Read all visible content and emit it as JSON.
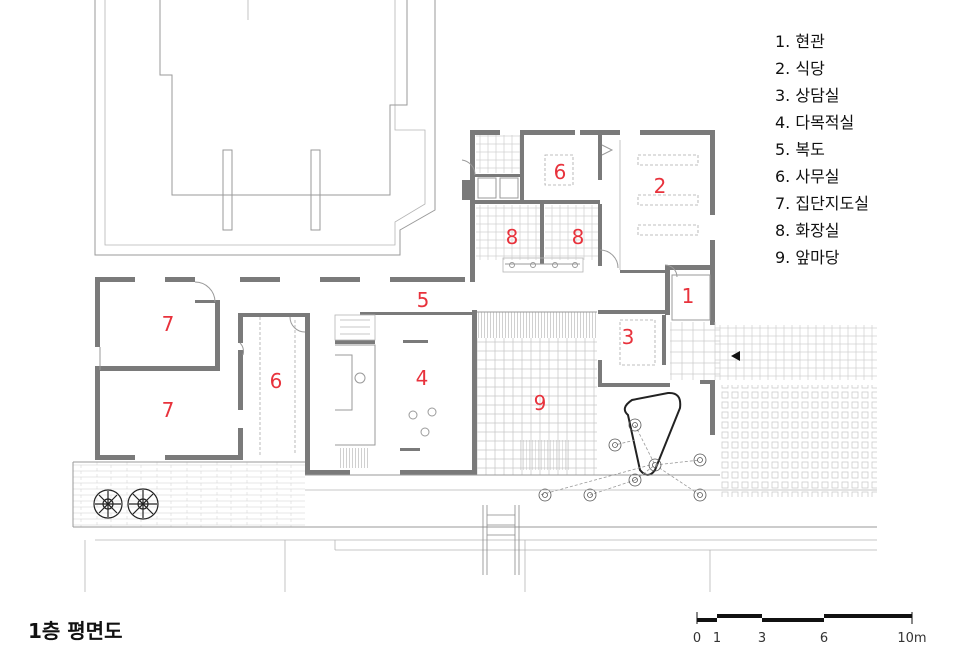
{
  "title": "1층 평면도",
  "legend": [
    "1. 현관",
    "2. 식당",
    "3. 상담실",
    "4. 다목적실",
    "5. 복도",
    "6. 사무실",
    "7. 집단지도실",
    "8. 화장실",
    "9. 앞마당"
  ],
  "room_numbers": {
    "entrance": "1",
    "dining": "2",
    "counsel": "3",
    "multipurpose": "4",
    "corridor": "5",
    "office_upper": "6",
    "office_lower": "6",
    "group_upper": "7",
    "group_lower": "7",
    "toilet_left": "8",
    "toilet_right": "8",
    "yard": "9"
  },
  "scale_bar": {
    "labels": [
      "0",
      "1",
      "3",
      "6",
      "10m"
    ]
  },
  "colors": {
    "room_number": "#e8323c",
    "wall": "#7a7a7a",
    "line": "#9a9a9a"
  }
}
